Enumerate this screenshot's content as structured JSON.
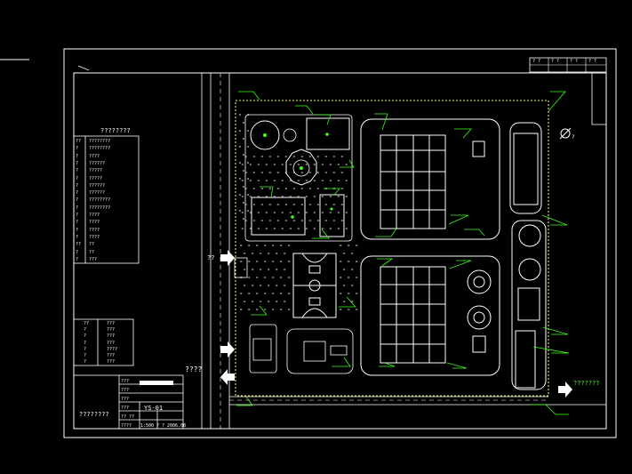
{
  "legend": {
    "title": "????????",
    "rows": [
      {
        "id": "??",
        "text": "????????"
      },
      {
        "id": "?",
        "text": "????????"
      },
      {
        "id": "?",
        "text": "????"
      },
      {
        "id": "?",
        "text": "??????"
      },
      {
        "id": "?",
        "text": "?????"
      },
      {
        "id": "?",
        "text": "?????"
      },
      {
        "id": "?",
        "text": "??????"
      },
      {
        "id": "?",
        "text": "??????"
      },
      {
        "id": "?",
        "text": "????????"
      },
      {
        "id": "?",
        "text": "????????"
      },
      {
        "id": "?",
        "text": "????"
      },
      {
        "id": "?",
        "text": "????"
      },
      {
        "id": "?",
        "text": "????"
      },
      {
        "id": "?",
        "text": "????"
      },
      {
        "id": "??",
        "text": "??"
      },
      {
        "id": "?",
        "text": "??"
      },
      {
        "id": "?",
        "text": "???"
      }
    ]
  },
  "small_table": {
    "rows": [
      {
        "a": "??",
        "b": "???"
      },
      {
        "a": "?",
        "b": "???"
      },
      {
        "a": "?",
        "b": "???"
      },
      {
        "a": "?",
        "b": "???"
      },
      {
        "a": "?",
        "b": "????"
      },
      {
        "a": "?",
        "b": "???"
      },
      {
        "a": "?",
        "b": "???"
      }
    ]
  },
  "title_block": {
    "left_label": "????????",
    "drawing_no": "YS-01",
    "r1": "???",
    "r2": "???",
    "r3": "???",
    "r4": "???",
    "r5": "?? ??",
    "r6": "????",
    "scale": "1:500",
    "sheet": "? ?",
    "date": "2006.08"
  },
  "revision_block": {
    "cells": [
      "? ?",
      "? ?",
      "? ?",
      "? ?"
    ]
  },
  "annotations": {
    "entry": "??",
    "bottom_note": "????",
    "north": "?",
    "right_label": "???????"
  },
  "colors": {
    "background": "#000000",
    "linework": "#ffffff",
    "leaders": "#39ff14",
    "site_boundary": "#ffff66"
  }
}
